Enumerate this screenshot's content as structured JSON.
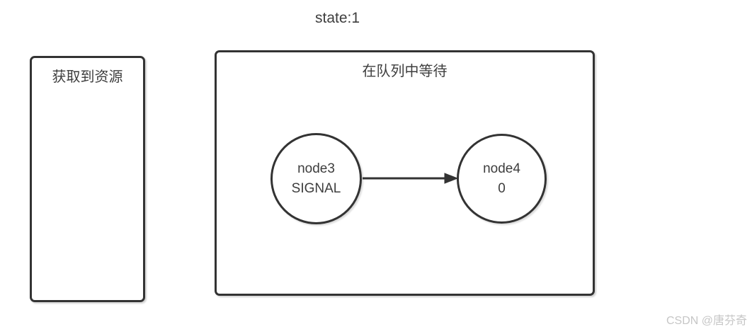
{
  "title": "state:1",
  "left_box": {
    "label": "获取到资源"
  },
  "queue_box": {
    "label": "在队列中等待",
    "nodes": [
      {
        "name": "node3",
        "value": "SIGNAL"
      },
      {
        "name": "node4",
        "value": "0"
      }
    ],
    "edge": {
      "from": "node3",
      "to": "node4"
    }
  },
  "watermark": "CSDN @唐芬奇",
  "colors": {
    "border": "#333333",
    "text": "#3d3d3d",
    "watermark": "#c6c6c6",
    "background": "#ffffff"
  }
}
